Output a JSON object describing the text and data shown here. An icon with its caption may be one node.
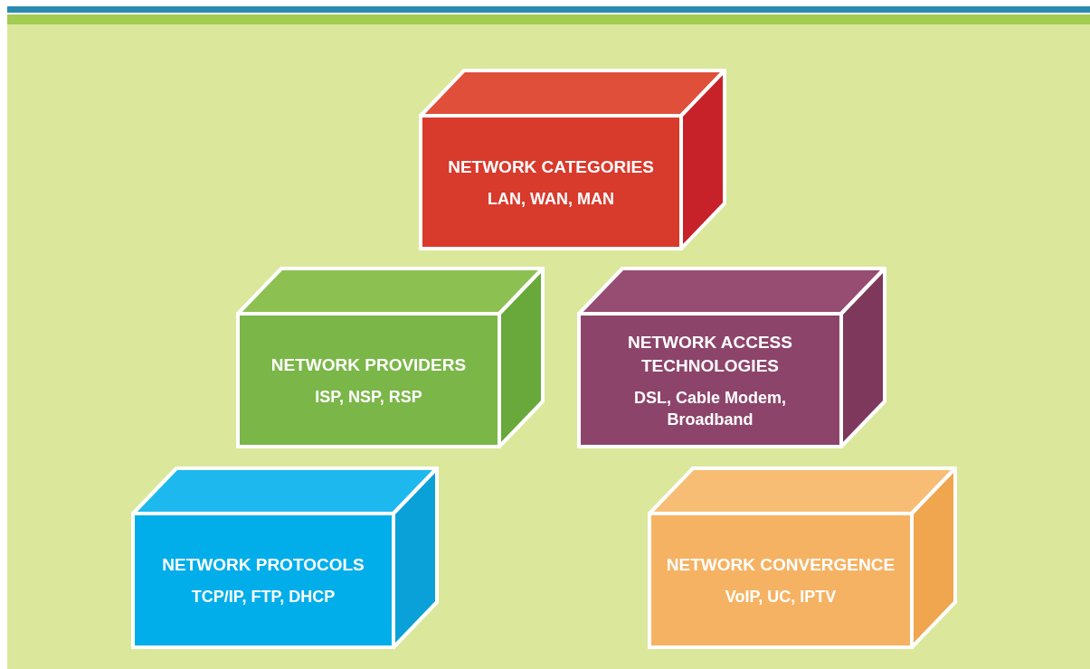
{
  "diagram": {
    "nodes": [
      {
        "text": [
          "NETWORK CATEGORIES",
          "LAN, WAN, MAN"
        ]
      },
      {
        "text": [
          "NETWORK PROVIDERS",
          "ISP, NSP, RSP"
        ]
      },
      {
        "text": [
          "NETWORK ACCESS TECHNOLOGIES",
          "DSL, Cable Modem, Broadband"
        ]
      },
      {
        "text": [
          "NETWORK PROTOCOLS",
          "TCP/IP, FTP, DHCP"
        ]
      },
      {
        "text": [
          "NETWORK CONVERGENCE",
          "VoIP, UC, IPTV"
        ]
      }
    ]
  }
}
